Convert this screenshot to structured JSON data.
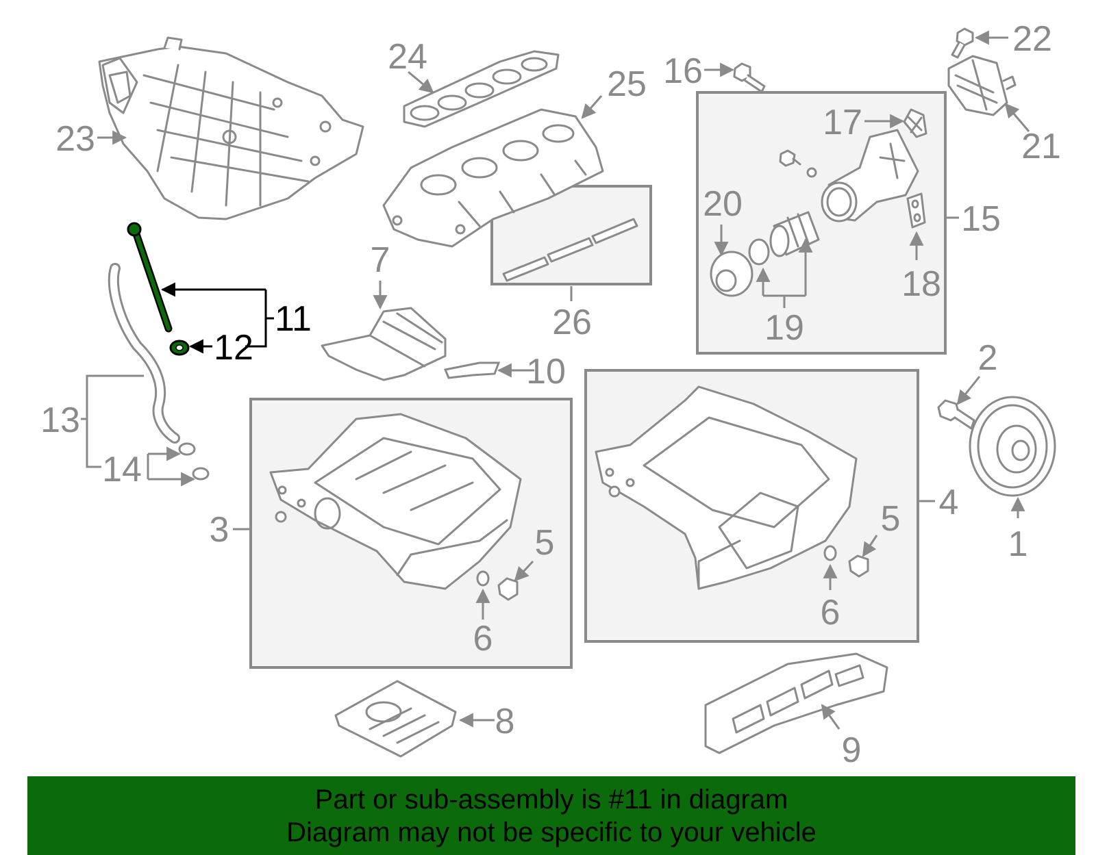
{
  "colors": {
    "line": "#8a8a8a",
    "highlight": "#0b6b0b",
    "highlight_text": "#000000",
    "box_fill": "#f3f3f3",
    "banner": "#0b6b0b"
  },
  "callouts": [
    {
      "id": "1",
      "text": "1"
    },
    {
      "id": "2",
      "text": "2"
    },
    {
      "id": "3",
      "text": "3"
    },
    {
      "id": "4",
      "text": "4"
    },
    {
      "id": "5a",
      "text": "5"
    },
    {
      "id": "5b",
      "text": "5"
    },
    {
      "id": "6a",
      "text": "6"
    },
    {
      "id": "6b",
      "text": "6"
    },
    {
      "id": "7",
      "text": "7"
    },
    {
      "id": "8",
      "text": "8"
    },
    {
      "id": "9",
      "text": "9"
    },
    {
      "id": "10",
      "text": "10"
    },
    {
      "id": "11",
      "text": "11"
    },
    {
      "id": "12",
      "text": "12"
    },
    {
      "id": "13",
      "text": "13"
    },
    {
      "id": "14",
      "text": "14"
    },
    {
      "id": "15",
      "text": "15"
    },
    {
      "id": "16",
      "text": "16"
    },
    {
      "id": "17",
      "text": "17"
    },
    {
      "id": "18",
      "text": "18"
    },
    {
      "id": "19",
      "text": "19"
    },
    {
      "id": "20",
      "text": "20"
    },
    {
      "id": "21",
      "text": "21"
    },
    {
      "id": "22",
      "text": "22"
    },
    {
      "id": "23",
      "text": "23"
    },
    {
      "id": "24",
      "text": "24"
    },
    {
      "id": "25",
      "text": "25"
    },
    {
      "id": "26",
      "text": "26"
    }
  ],
  "banner": {
    "line1": "Part or sub-assembly is #11 in diagram",
    "line2": "Diagram may not be specific to your vehicle"
  }
}
